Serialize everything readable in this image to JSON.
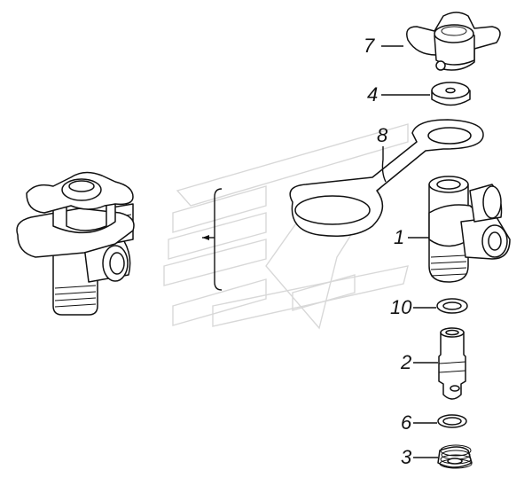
{
  "diagram": {
    "labels": {
      "p7": "7",
      "p4": "4",
      "p8": "8",
      "p1": "1",
      "p10": "10",
      "p2": "2",
      "p6": "6",
      "p3": "3"
    }
  }
}
